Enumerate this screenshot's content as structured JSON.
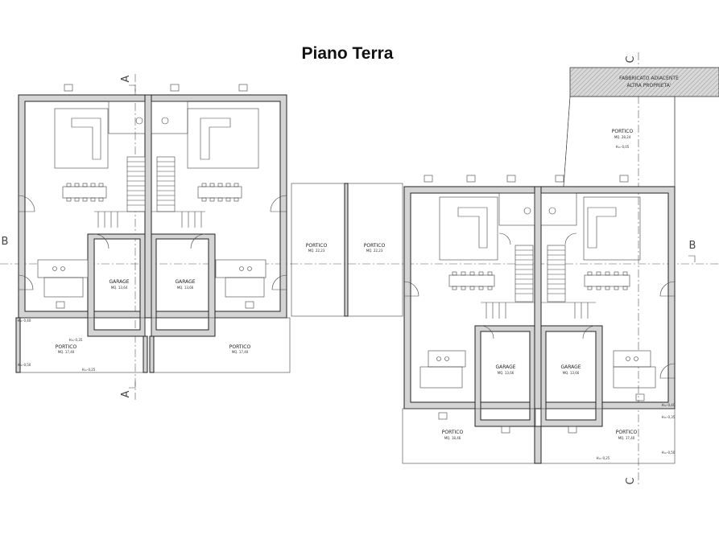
{
  "title": "Piano Terra",
  "neighbor": {
    "line1": "FABBRICATO ADIACENTE",
    "line2": "ALTRA PROPRIETA'"
  },
  "section_marks": {
    "a": "A",
    "b": "B",
    "c": "C"
  },
  "left_building": {
    "rooms": [
      {
        "name": "GARAGE",
        "area": "MQ. 13,64"
      },
      {
        "name": "GARAGE",
        "area": "MQ. 13,66"
      },
      {
        "name": "PORTICO",
        "area": "MQ. 17,40"
      },
      {
        "name": "PORTICO",
        "area": "MQ. 17,40"
      }
    ]
  },
  "center_porticos": [
    {
      "name": "PORTICO",
      "area": "MQ. 22,23"
    },
    {
      "name": "PORTICO",
      "area": "MQ. 22,23"
    }
  ],
  "right_building": {
    "rooms": [
      {
        "name": "GARAGE",
        "area": "MQ. 13,66"
      },
      {
        "name": "GARAGE",
        "area": "MQ. 13,66"
      },
      {
        "name": "PORTICO",
        "area": "MQ. 18,46"
      },
      {
        "name": "PORTICO",
        "area": "MQ. 17,40"
      },
      {
        "name": "PORTICO",
        "area": "MQ. 28,24"
      }
    ]
  },
  "levels": {
    "h_0_40": "H=-0,40",
    "h_0_35": "H=-0,35",
    "h_0_50": "H=-0,50",
    "h_0_25": "H=-0,25",
    "h_0_05": "H=-0,05"
  }
}
